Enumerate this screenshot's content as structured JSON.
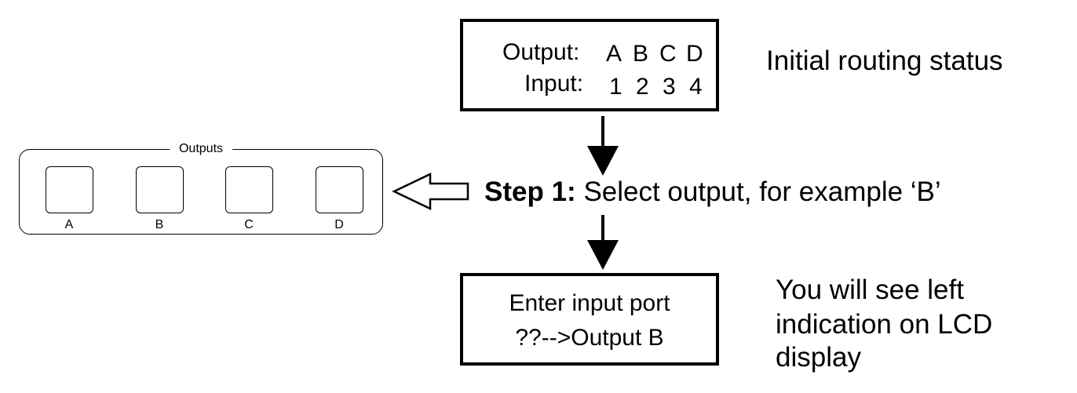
{
  "lcd_initial": {
    "output_label": "Output:",
    "output_ports": [
      "A",
      "B",
      "C",
      "D"
    ],
    "input_label": "Input:",
    "input_ports": [
      "1",
      "2",
      "3",
      "4"
    ]
  },
  "initial_caption": "Initial routing status",
  "step1": {
    "label": "Step 1:",
    "text": "Select output, for example ‘B’"
  },
  "outputs_panel": {
    "title": "Outputs",
    "buttons": [
      "A",
      "B",
      "C",
      "D"
    ]
  },
  "lcd_result": {
    "line1": "Enter input port",
    "line2": "??-->Output B"
  },
  "result_caption": {
    "line1": "You will see left",
    "line2": "indication on LCD",
    "line3": "display"
  }
}
